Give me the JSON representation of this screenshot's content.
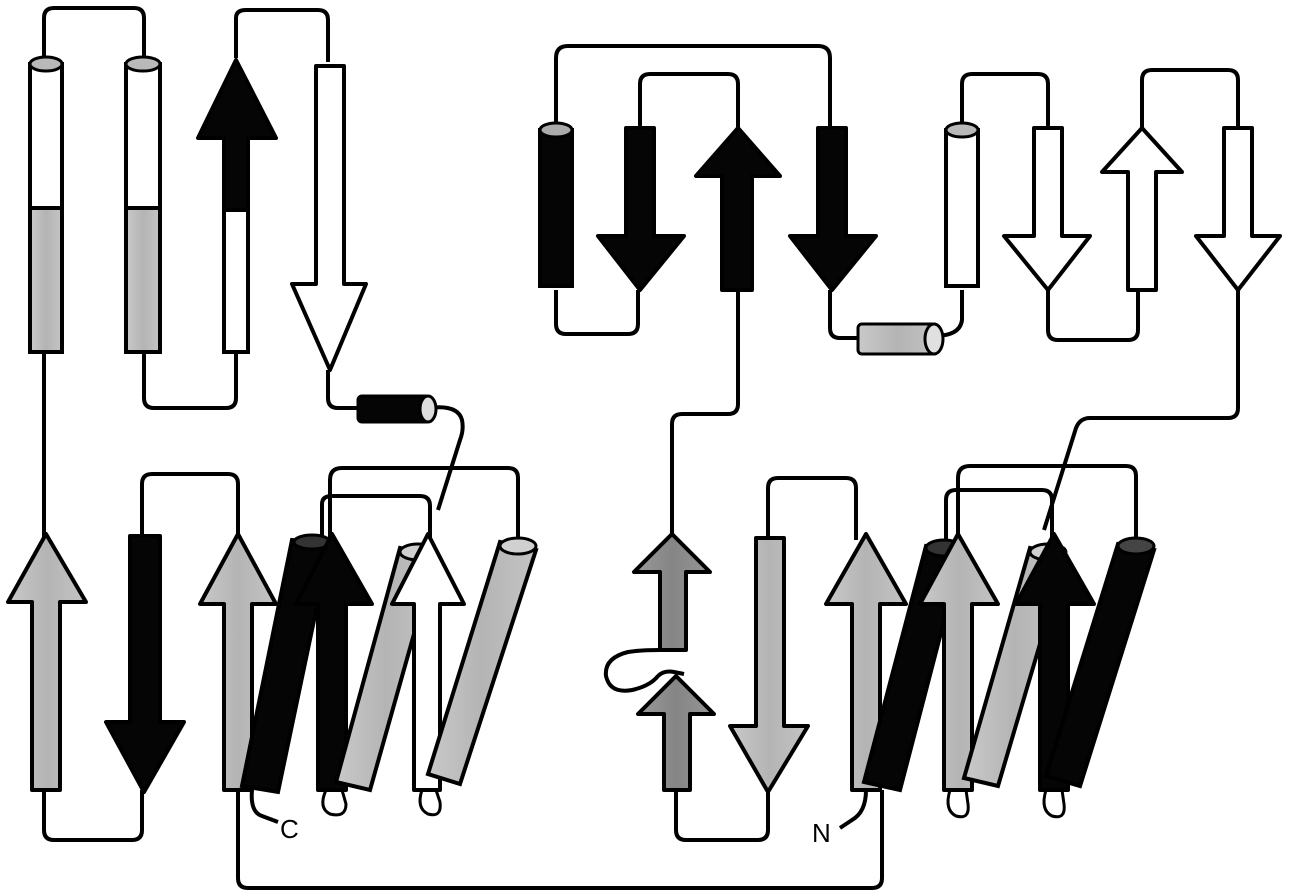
{
  "diagram": {
    "terminus_c": "C",
    "terminus_n": "N"
  },
  "colors": {
    "black": "#050505",
    "dark_gray": "#8a8a8a",
    "light_gray": "#b9b9b9",
    "white": "#ffffff",
    "line": "#000000"
  },
  "elements": [
    {
      "name": "helix-top-left-1",
      "kind": "helix",
      "color": "white/light_gray"
    },
    {
      "name": "helix-top-left-2",
      "kind": "helix",
      "color": "white/light_gray"
    },
    {
      "name": "strand-top-up",
      "kind": "strand",
      "color": "black/white"
    },
    {
      "name": "strand-top-down",
      "kind": "strand",
      "color": "white"
    },
    {
      "name": "helix-small-black",
      "kind": "helix",
      "color": "black"
    },
    {
      "name": "strand-bottom-left-up",
      "kind": "strand",
      "color": "light_gray"
    },
    {
      "name": "strand-bottom-left-down",
      "kind": "strand",
      "color": "black"
    },
    {
      "name": "strand-bottom-left-up-2",
      "kind": "strand",
      "color": "light_gray"
    },
    {
      "name": "helix-tilted-black",
      "kind": "helix",
      "color": "black"
    },
    {
      "name": "strand-bottom-black-up",
      "kind": "strand",
      "color": "black"
    },
    {
      "name": "helix-tilted-gray-1",
      "kind": "helix",
      "color": "light_gray"
    },
    {
      "name": "strand-bottom-white-up",
      "kind": "strand",
      "color": "white"
    },
    {
      "name": "helix-tilted-gray-2",
      "kind": "helix",
      "color": "light_gray"
    },
    {
      "name": "helix-right-black",
      "kind": "helix",
      "color": "black"
    },
    {
      "name": "strand-right-down-black",
      "kind": "strand",
      "color": "black"
    },
    {
      "name": "strand-right-up-black",
      "kind": "strand",
      "color": "black"
    },
    {
      "name": "strand-right-down-black-2",
      "kind": "strand",
      "color": "black"
    },
    {
      "name": "helix-small-gray",
      "kind": "helix",
      "color": "light_gray"
    },
    {
      "name": "helix-right-white",
      "kind": "helix",
      "color": "white"
    },
    {
      "name": "strand-right-down-white",
      "kind": "strand",
      "color": "white"
    },
    {
      "name": "strand-right-up-white",
      "kind": "strand",
      "color": "white"
    },
    {
      "name": "strand-right-down-white-2",
      "kind": "strand",
      "color": "white"
    },
    {
      "name": "strand-split-up",
      "kind": "strand",
      "color": "dark_gray"
    },
    {
      "name": "strand-br-down-gray",
      "kind": "strand",
      "color": "light_gray"
    },
    {
      "name": "strand-br-up-gray",
      "kind": "strand",
      "color": "light_gray"
    },
    {
      "name": "helix-br-tilted-black",
      "kind": "helix",
      "color": "black"
    },
    {
      "name": "strand-br-up-gray-2",
      "kind": "strand",
      "color": "light_gray"
    },
    {
      "name": "helix-br-tilted-gray",
      "kind": "helix",
      "color": "light_gray"
    },
    {
      "name": "strand-br-up-black",
      "kind": "strand",
      "color": "black"
    },
    {
      "name": "helix-br-tilted-black-2",
      "kind": "helix",
      "color": "black"
    }
  ]
}
